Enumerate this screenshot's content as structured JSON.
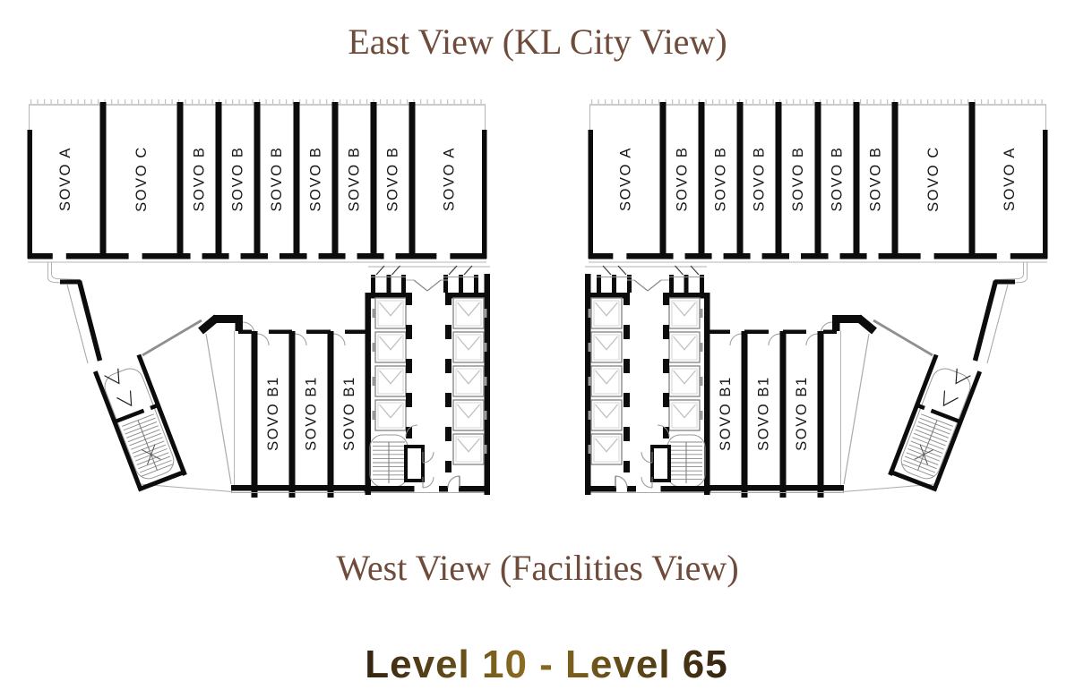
{
  "titles": {
    "east": "East View (KL City View)",
    "west": "West View (Facilities View)",
    "level_range": "Level 10 - Level 65"
  },
  "colors": {
    "view_title": "#6E4B3A",
    "level_gradient": [
      "#342310",
      "#8C6E22",
      "#342310"
    ],
    "wall": "#0C0C0C",
    "thin_line": "#A3A3A3",
    "mid_gray": "#8F8F8F",
    "light_gray": "#C2C2C2",
    "label_text": "#161616",
    "background": "#FFFFFF"
  },
  "left_plan": {
    "top_units": [
      "SOVO A",
      "SOVO C",
      "SOVO B",
      "SOVO B",
      "SOVO B",
      "SOVO B",
      "SOVO B",
      "SOVO B",
      "SOVO A"
    ],
    "lower_units": [
      "SOVO B1",
      "SOVO B1",
      "SOVO B1"
    ]
  },
  "right_plan": {
    "top_units": [
      "SOVO A",
      "SOVO B",
      "SOVO B",
      "SOVO B",
      "SOVO B",
      "SOVO B",
      "SOVO B",
      "SOVO C",
      "SOVO A"
    ],
    "lower_units": [
      "SOVO B1",
      "SOVO B1",
      "SOVO B1"
    ]
  }
}
